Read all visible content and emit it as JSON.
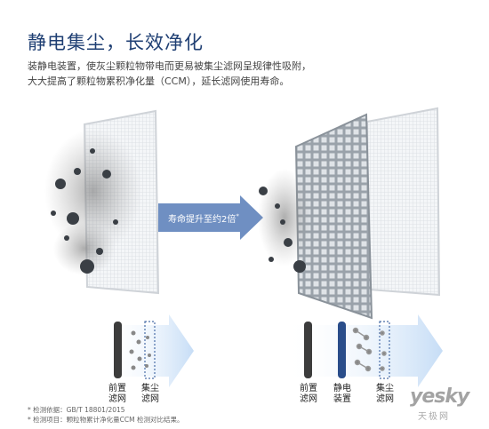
{
  "header": {
    "title": "静电集尘，长效净化",
    "desc_line1": "装静电装置，使灰尘颗粒物带电而更易被集尘滤网呈规律性吸附，",
    "desc_line2": "大大提高了颗粒物累积净化量（CCM），延长滤网使用寿命。"
  },
  "middle_arrow": {
    "text": "寿命提升至约2倍",
    "mark": "*"
  },
  "left_diagram": {
    "labels": [
      "前置滤网",
      "集尘滤网"
    ]
  },
  "right_diagram": {
    "labels": [
      "前置滤网",
      "静电装置",
      "集尘滤网"
    ]
  },
  "footnotes": {
    "line1": "* 检测依据：GB/T 18801/2015",
    "line2": "* 检测项目：颗粒物累计净化量CCM 检测对比结果。"
  },
  "watermark": {
    "brand": "yesky",
    "cn": "天极网"
  },
  "colors": {
    "title": "#1f3f73",
    "arrow_blue": "#6f8fc2",
    "electrostatic": "#2a4d8a",
    "pre_filter": "#3c3c3c",
    "flow_arrow": "#cfe3f8"
  }
}
